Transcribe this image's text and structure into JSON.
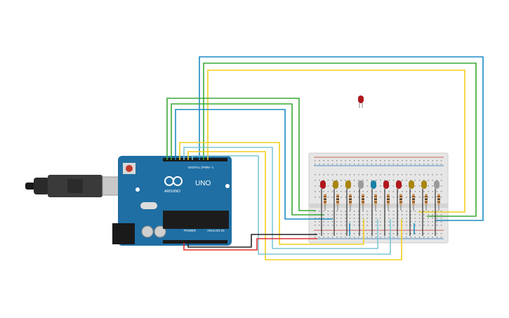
{
  "board": {
    "name": "UNO",
    "brand": "ARDUINO",
    "digital_header_label": "DIGITAL (PWM ~)",
    "power_label": "POWER",
    "analog_label": "ANALOG IN"
  },
  "colors": {
    "board": "#1f6fa4",
    "breadboard": "#e6e6e6",
    "wire_blue": "#1c8bc4",
    "wire_green": "#3aaa35",
    "wire_yellow": "#f2cf1e",
    "wire_cyan": "#7fc6d6",
    "wire_red": "#e03131",
    "wire_black": "#222222",
    "led_red": "#b0161c",
    "led_yellow": "#a8860f",
    "led_gray": "#9a9a9a",
    "led_blue": "#1a7fa6"
  },
  "leds": [
    {
      "color": "red"
    },
    {
      "color": "yellow"
    },
    {
      "color": "yellow"
    },
    {
      "color": "gray"
    },
    {
      "color": "blue"
    },
    {
      "color": "red"
    },
    {
      "color": "red"
    },
    {
      "color": "yellow"
    },
    {
      "color": "yellow"
    },
    {
      "color": "gray"
    },
    {
      "color": "blue"
    }
  ]
}
